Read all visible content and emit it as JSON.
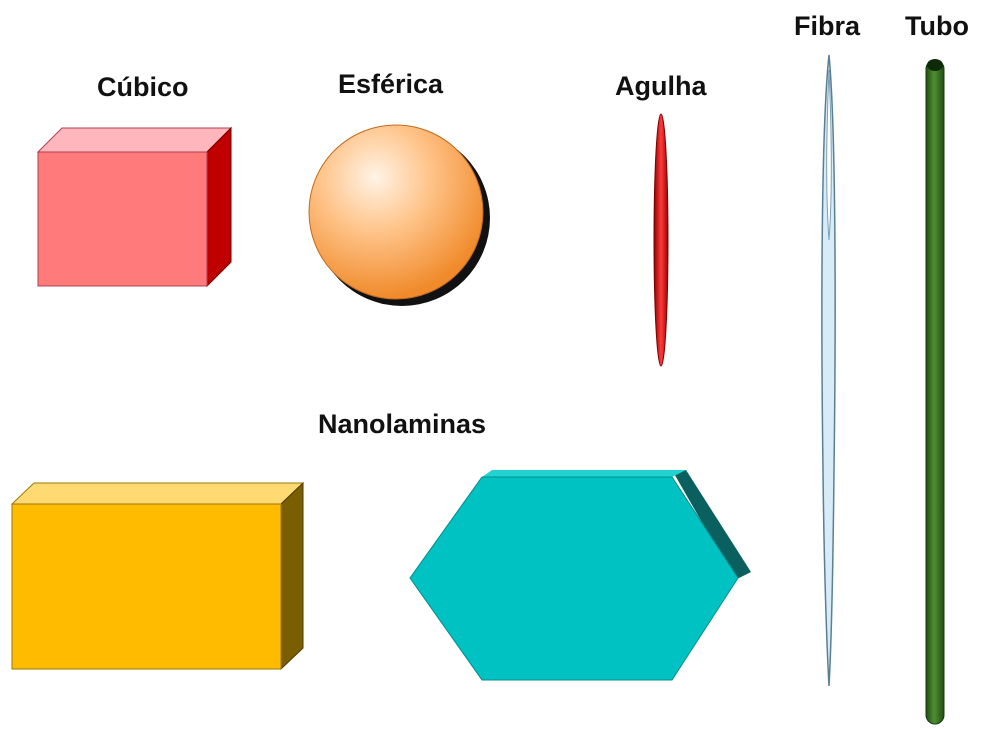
{
  "labels": {
    "cubico": "Cúbico",
    "esferica": "Esférica",
    "agulha": "Agulha",
    "fibra": "Fibra",
    "tubo": "Tubo",
    "nanolaminas": "Nanolaminas"
  },
  "colors": {
    "cube_front": "#ff7b7b",
    "cube_top": "#ffb6bc",
    "cube_side": "#c00000",
    "sphere_light": "#fff3e6",
    "sphere_mid": "#ffb066",
    "sphere_dark": "#f08a2a",
    "needle": "#d91414",
    "fiber_fill": "#d8ecf8",
    "fiber_stroke": "#5a7f95",
    "tube_fill": "#3f7a28",
    "tube_dark": "#1f4d12",
    "slab_front": "#ffbb00",
    "slab_top": "#ffd972",
    "slab_side": "#7a5e00",
    "hex_front": "#00c2c2",
    "hex_top": "#22d3d3",
    "hex_side": "#0a5f5f"
  }
}
